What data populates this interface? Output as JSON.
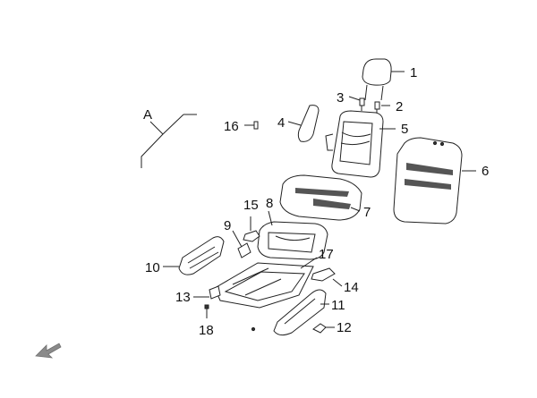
{
  "callouts": {
    "c1": "1",
    "c2": "2",
    "c3": "3",
    "c4": "4",
    "c5": "5",
    "c6": "6",
    "c7": "7",
    "c8": "8",
    "c9": "9",
    "c10": "10",
    "c11": "11",
    "c12": "12",
    "c13": "13",
    "c14": "14",
    "c15": "15",
    "c16": "16",
    "c17": "17",
    "c18": "18",
    "cA": "A"
  },
  "colors": {
    "line": "#222222",
    "arrow": "#8a8a8a"
  }
}
